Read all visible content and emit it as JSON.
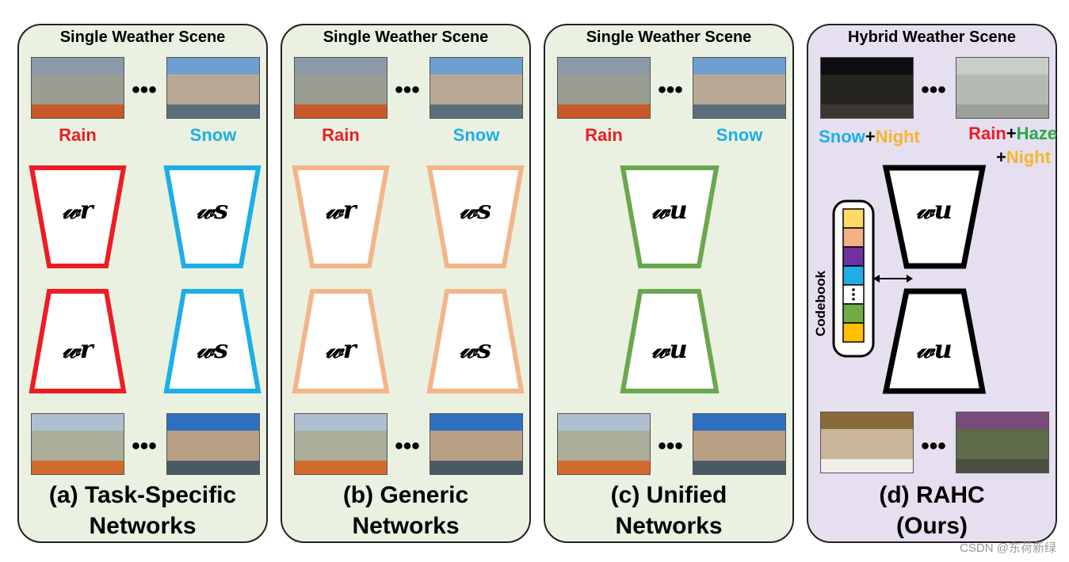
{
  "panels": [
    {
      "title": "Single Weather Scene",
      "label_left": "Rain",
      "label_right": "Snow",
      "caption_line1": "(a) Task-Specific",
      "caption_line2": "Networks",
      "weights": [
        "𝓌r",
        "𝓌s",
        "𝓌r",
        "𝓌s"
      ]
    },
    {
      "title": "Single Weather Scene",
      "label_left": "Rain",
      "label_right": "Snow",
      "caption_line1": "(b) Generic",
      "caption_line2": "Networks",
      "weights": [
        "𝓌r",
        "𝓌s",
        "𝓌r",
        "𝓌s"
      ]
    },
    {
      "title": "Single Weather Scene",
      "label_left": "Rain",
      "label_right": "Snow",
      "caption_line1": "(c) Unified",
      "caption_line2": "Networks",
      "weights": [
        "𝓌u",
        "𝓌u"
      ]
    },
    {
      "title": "Hybrid Weather Scene",
      "label_left_a": "Snow",
      "label_left_plus": "+",
      "label_left_b": "Night",
      "label_right_a": "Rain",
      "label_right_plus1": "+",
      "label_right_b": "Haze",
      "label_right_plus2": "+",
      "label_right_c": "Night",
      "codebook_label": "Codebook",
      "caption_line1": "(d) RAHC",
      "caption_line2": "(Ours)",
      "weights": [
        "𝓌u",
        "𝓌u"
      ]
    }
  ],
  "ellipsis": "•••",
  "watermark": "CSDN @东荷新绿",
  "colors": {
    "panel_green": "#eaf1e1",
    "panel_purple": "#e5dff0",
    "red": "#ee1c25",
    "blue": "#1eaee6",
    "peach": "#f2b58a",
    "green": "#6aa84f",
    "black": "#000000",
    "orange": "#f7b52c",
    "haze_green": "#2aa84a"
  },
  "codebook_colors": [
    "#ffd966",
    "#f4b183",
    "#7030a0",
    "#1eaee6",
    "#ffffff",
    "#70ad47",
    "#ffc000"
  ]
}
